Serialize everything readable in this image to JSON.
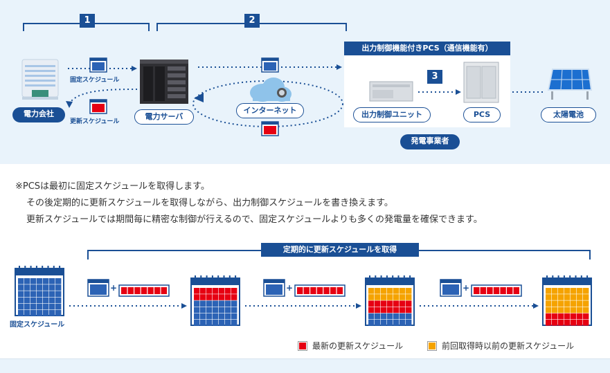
{
  "steps": [
    "1",
    "2",
    "3"
  ],
  "nodes": {
    "power_company": "電力会社",
    "power_server": "電力サーバ",
    "internet": "インターネット",
    "output_control_unit": "出力制御ユニット",
    "pcs": "PCS",
    "solar_panel": "太陽電池",
    "operator": "発電事業者"
  },
  "plant_box_title": "出力制御機能付きPCS（通信機能有）",
  "flow_labels": {
    "fixed_schedule": "固定スケジュール",
    "update_schedule": "更新スケジュール"
  },
  "notes": [
    "※PCSは最初に固定スケジュールを取得します。",
    "その後定期的に更新スケジュールを取得しながら、出力制御スケジュールを書き換えます。",
    "更新スケジュールでは期間毎に精密な制御が行えるので、固定スケジュールよりも多くの発電量を確保できます。"
  ],
  "flow": {
    "title": "定期的に更新スケジュールを取得",
    "start_label": "固定スケジュール",
    "plus": "+"
  },
  "legend": [
    {
      "label": "最新の更新スケジュール",
      "color": "#e60012"
    },
    {
      "label": "前回取得時以前の更新スケジュール",
      "color": "#f5a300"
    }
  ],
  "colors": {
    "navy": "#1a4f95",
    "blue_cell": "#2c63b5",
    "red": "#e60012",
    "orange": "#f5a300",
    "panel_bg": "#e9f3fb"
  }
}
